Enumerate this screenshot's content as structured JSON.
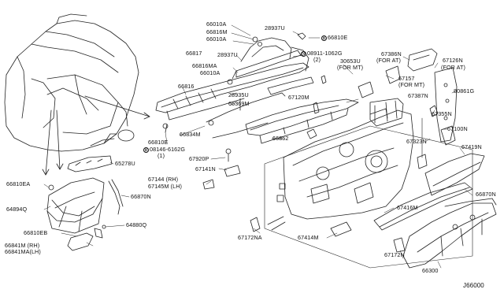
{
  "diagram_code": "J66000",
  "callouts": {
    "c66010a_top": "66010A",
    "c28937u_top": "28937U",
    "c66816m": "66816M",
    "c66010a_mid": "66010A",
    "c66810e_top": "66810E",
    "c66817": "66817",
    "c28937u_mid": "28937U",
    "c08911": "08911-1062G",
    "c08911_qty": "(2)",
    "c66816ma": "66816MA",
    "c66010a_low": "66010A",
    "c30653u": "30653U",
    "c30653u_note": "(FOR MT)",
    "c67386n": "67386N",
    "c67386n_note": "(FOR AT)",
    "c67126n": "67126N",
    "c67126n_note": "(FOR AT)",
    "c67157": "67157",
    "c67157_note": "(FOR MT)",
    "c66816": "66816",
    "c67120m": "67120M",
    "c80861g": "80861G",
    "c66369m": "66369M",
    "c28935u": "28935U",
    "c67355n": "67355N",
    "c67100n": "67100N",
    "c66834m": "66834M",
    "c66852": "66852",
    "c67323n": "67323N",
    "c67419n": "67419N",
    "c66810e_left": "66810E",
    "c08146": "08146-6162G",
    "c08146_qty": "(1)",
    "c65278u": "65278U",
    "c67920p": "67920P",
    "c67141n": "67141N",
    "c67144": "67144 (RH)",
    "c67145m": "67145M (LH)",
    "c66810ea": "66810EA",
    "c66870n_left": "66870N",
    "c66870n_right": "66870N",
    "c64894q": "64894Q",
    "c67416m": "67416M",
    "c64880q": "64880Q",
    "c66810eb": "66810EB",
    "c66841m_rh": "66841M (RH)",
    "c66841ma_lh": "66841MA(LH)",
    "c67172na": "67172NA",
    "c67414m": "67414M",
    "c67172n": "67172N",
    "c66300": "66300"
  },
  "circled_letters": {
    "n": "N",
    "b": "B"
  }
}
